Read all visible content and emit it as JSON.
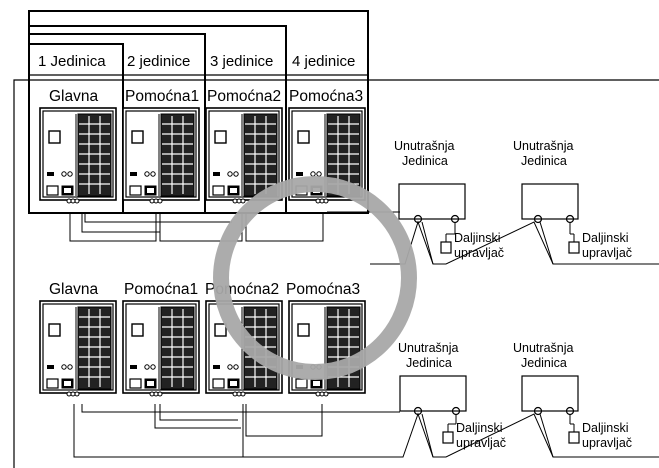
{
  "labels": {
    "units": [
      "1 Jedinica",
      "2 jedinice",
      "3 jedinice",
      "4 jedinice"
    ],
    "top_row": [
      "Glavna",
      "Pomoćna1",
      "Pomoćna2",
      "Pomoćna3"
    ],
    "bottom_row": [
      "Glavna",
      "Pomoćna1",
      "Pomoćna2",
      "Pomoćna3"
    ],
    "indoor_line1": "Unutrašnja",
    "indoor_line2": "Jedinica",
    "remote_line1": "Daljinski",
    "remote_line2": "upravljač"
  },
  "colors": {
    "line": "#000000",
    "ring": "#a8a8a8",
    "background": "#ffffff"
  },
  "icons": {
    "outdoor_unit": "outdoor-unit-icon",
    "indoor_unit": "indoor-unit-box",
    "remote": "remote-controller-icon",
    "overlay": "prohibition-ring"
  }
}
